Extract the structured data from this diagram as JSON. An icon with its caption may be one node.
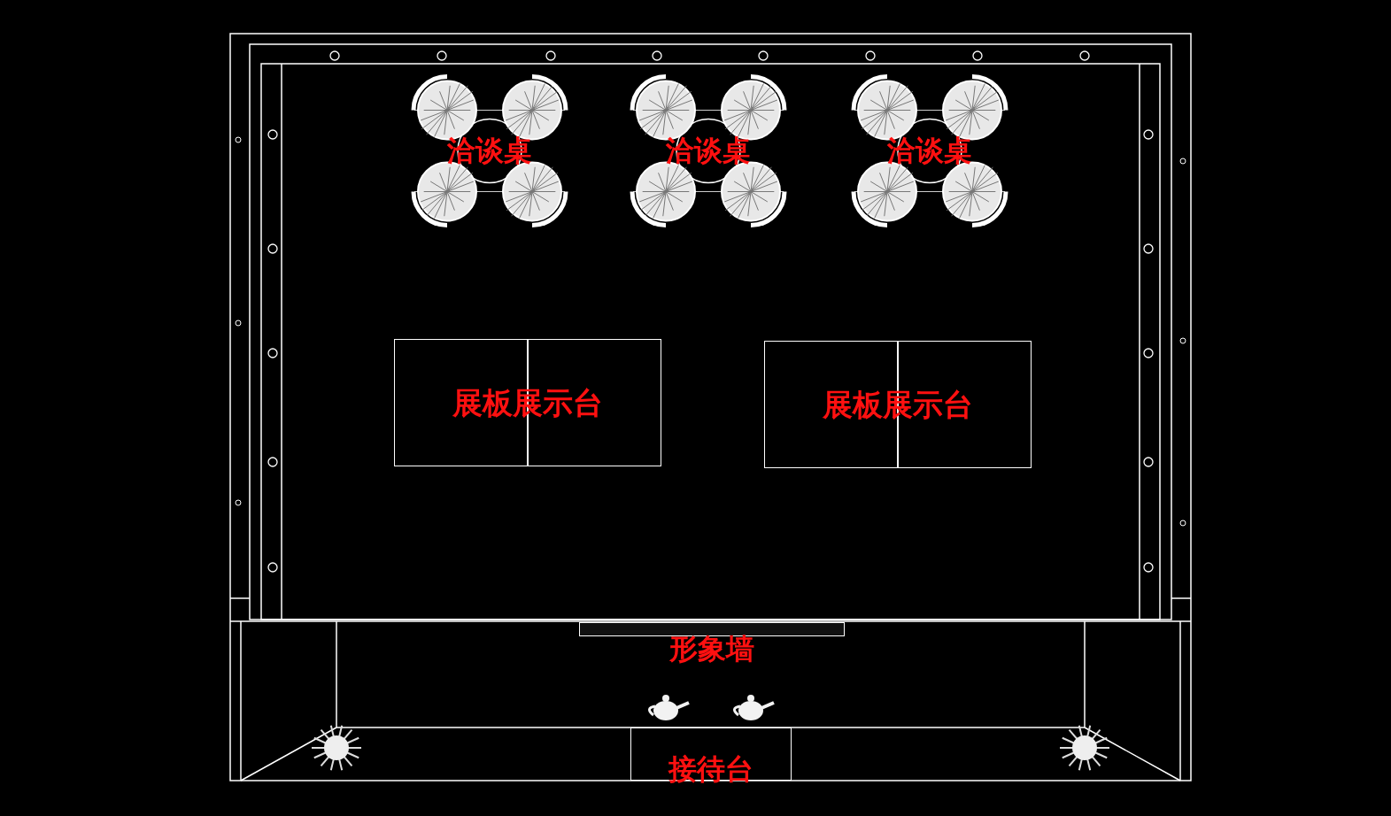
{
  "diagram": {
    "nodes": [
      {
        "text": [
          "洽谈桌"
        ]
      },
      {
        "text": [
          "洽谈桌"
        ]
      },
      {
        "text": [
          "洽谈桌"
        ]
      },
      {
        "text": [
          "展板展示台"
        ]
      },
      {
        "text": [
          "展板展示台"
        ]
      },
      {
        "text": [
          "形象墙"
        ]
      },
      {
        "text": [
          "接待台"
        ]
      }
    ]
  }
}
